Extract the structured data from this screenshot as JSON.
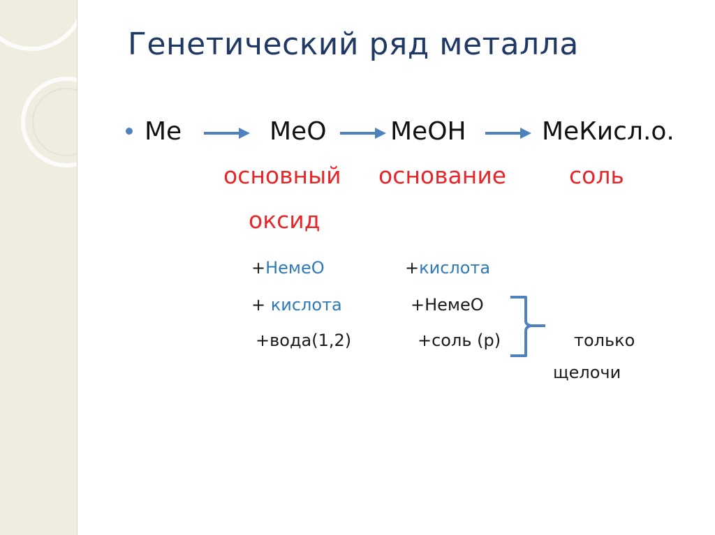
{
  "title": "Генетический ряд металла",
  "chain": {
    "items": [
      "Me",
      "MeO",
      "MeOH",
      "MeКисл.о."
    ]
  },
  "labels": {
    "oxide_line1": "основный",
    "oxide_line2": "оксид",
    "base": "основание",
    "salt": "соль"
  },
  "reactions": {
    "oxide": [
      {
        "plus": "+",
        "text": "НемеО"
      },
      {
        "plus": "+ ",
        "text": "кислота"
      },
      {
        "plus": "",
        "text": "+вода(1,2)"
      }
    ],
    "base": [
      {
        "plus": "+",
        "text": "кислота"
      },
      {
        "plus": "",
        "text": "+НемеО"
      },
      {
        "plus": "",
        "text": "+соль (р)"
      }
    ]
  },
  "note": {
    "line1": "только",
    "line2": "щелочи"
  },
  "colors": {
    "title": "#1f3864",
    "red_labels": "#e8262a",
    "reagent_blue": "#2e7ab6",
    "arrow": "#4f81bd",
    "brace": "#4f81bd",
    "bullet": "#4f81bd"
  }
}
